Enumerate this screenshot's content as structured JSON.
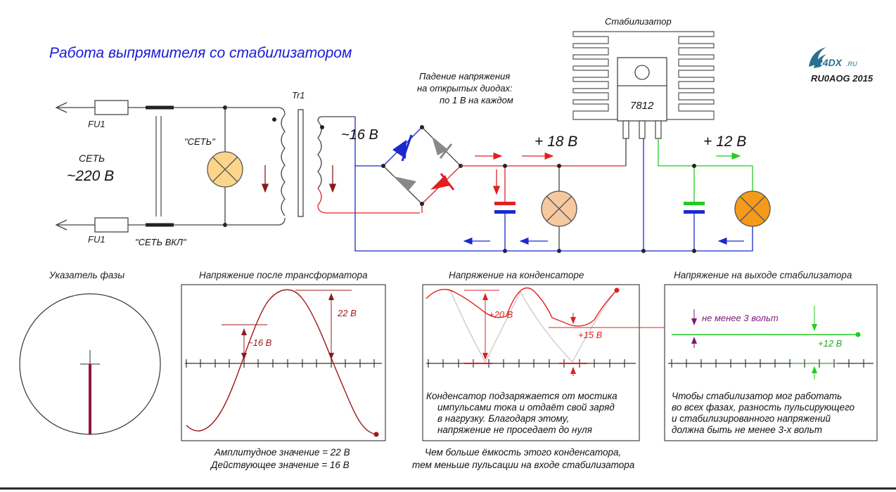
{
  "header": {
    "title": "Работа выпрямителя со стабилизатором",
    "logo_text": "24DX.ru",
    "author": "RU0AOG 2015"
  },
  "circuit": {
    "stabilizer_title": "Стабилизатор",
    "stabilizer_chip": "7812",
    "transformer_label": "Tr1",
    "fuse_top": "FU1",
    "fuse_bottom": "FU1",
    "mains_label": "СЕТЬ",
    "mains_voltage": "~220 В",
    "lamp_mains": "\"СЕТЬ\"",
    "mains_on": "\"СЕТЬ ВКЛ\"",
    "secondary_voltage": "~16 В",
    "diode_drop_1": "Падение напряжения",
    "diode_drop_2": "на открытых диодах:",
    "diode_drop_3": "по 1 В на каждом",
    "rectified_voltage": "+ 18 В",
    "output_voltage": "+ 12 В",
    "colors": {
      "positive": "#e02020",
      "negative": "#1a2acc",
      "output": "#22cc22",
      "wire": "#444444"
    }
  },
  "panels": {
    "phase": {
      "title": "Указатель фазы"
    },
    "transformer": {
      "title": "Напряжение после трансформатора",
      "label_rms": "~16 В",
      "label_peak": "22 В",
      "caption_1": "Амплитудное значение = 22 В",
      "caption_2": "Действующее значение = 16 В"
    },
    "capacitor": {
      "title": "Напряжение на конденсаторе",
      "label_max": "+20 В",
      "label_min": "+15 В",
      "note_1": "Конденсатор подзаряжается от мостика",
      "note_2": "импульсами тока и отдаёт свой заряд",
      "note_3": "в нагрузку. Благодаря этому,",
      "note_4": "напряжение не проседает до нуля",
      "caption_1": "Чем больше ёмкость этого конденсатора,",
      "caption_2": "тем меньше пульсации на входе стабилизатора"
    },
    "stabilizer": {
      "title": "Напряжение на выходе стабилизатора",
      "label_min_diff": "не менее 3 вольт",
      "label_out": "+12 В",
      "note_1": "Чтобы стабилизатор мог работать",
      "note_2": "во всех фазах, разность пульсирующего",
      "note_3": "и стабилизированного напряжений",
      "note_4": "должна быть не менее 3-х вольт"
    }
  }
}
